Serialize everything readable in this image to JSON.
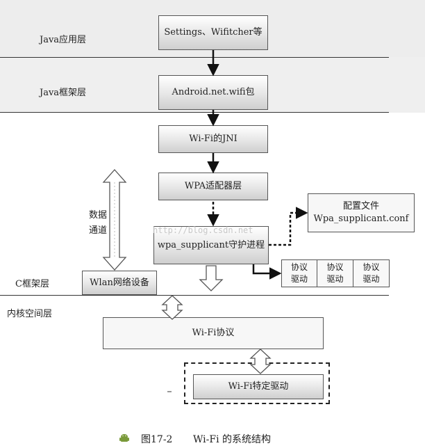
{
  "layers": {
    "java_app": "Java应用层",
    "java_framework": "Java框架层",
    "c_framework": "C框架层",
    "kernel": "内核空间层"
  },
  "boxes": {
    "settings": "Settings、Wifitcher等",
    "android_net_wifi": "Android.net.wifi包",
    "jni": "Wi-Fi的JNI",
    "wpa_adapter": "WPA适配器层",
    "wpa_daemon": "wpa_supplicant守护进程",
    "config_title": "配置文件",
    "config_name": "Wpa_supplicant.conf",
    "wlan_device": "Wlan网络设备",
    "wifi_protocol": "Wi-Fi协议",
    "wifi_driver": "Wi-Fi特定驱动"
  },
  "data_channel": {
    "line1": "数据",
    "line2": "通道"
  },
  "protocol_drivers": [
    {
      "line1": "协议",
      "line2": "驱动"
    },
    {
      "line1": "协议",
      "line2": "驱动"
    },
    {
      "line1": "协议",
      "line2": "驱动"
    }
  ],
  "watermark": "http://blog.csdn.net",
  "caption": {
    "figure": "图17-2",
    "text": "Wi-Fi 的系统结构"
  }
}
